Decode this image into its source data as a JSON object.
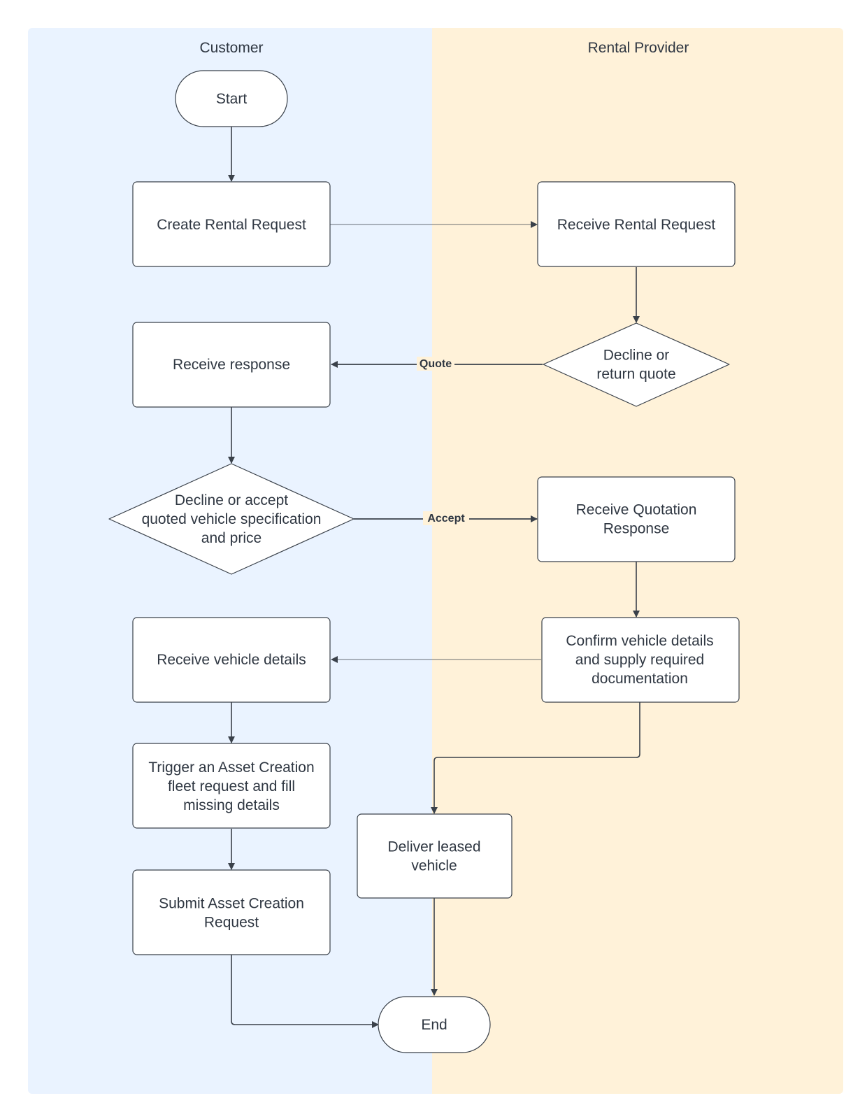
{
  "colors": {
    "customer_lane": "#eaf3ff",
    "provider_lane": "#fff2d9",
    "stroke": "#3a414a",
    "text": "#2f3742"
  },
  "lanes": {
    "customer": "Customer",
    "provider": "Rental Provider"
  },
  "nodes": {
    "start": [
      "Start"
    ],
    "create_request": [
      "Create Rental Request"
    ],
    "receive_request": [
      "Receive Rental Request"
    ],
    "decline_or_quote": [
      "Decline or",
      "return quote"
    ],
    "receive_response": [
      "Receive response"
    ],
    "decline_or_accept": [
      "Decline or accept",
      "quoted vehicle specification",
      "and price"
    ],
    "receive_quotation": [
      "Receive Quotation",
      "Response"
    ],
    "receive_vehicle_details": [
      "Receive vehicle details"
    ],
    "confirm_details": [
      "Confirm vehicle details",
      "and supply required",
      "documentation"
    ],
    "trigger_asset": [
      "Trigger an Asset Creation",
      "fleet request and fill",
      "missing details"
    ],
    "deliver_vehicle": [
      "Deliver leased",
      "vehicle"
    ],
    "submit_asset": [
      "Submit Asset Creation",
      "Request"
    ],
    "end": [
      "End"
    ]
  },
  "edge_labels": {
    "quote": "Quote",
    "accept": "Accept"
  }
}
